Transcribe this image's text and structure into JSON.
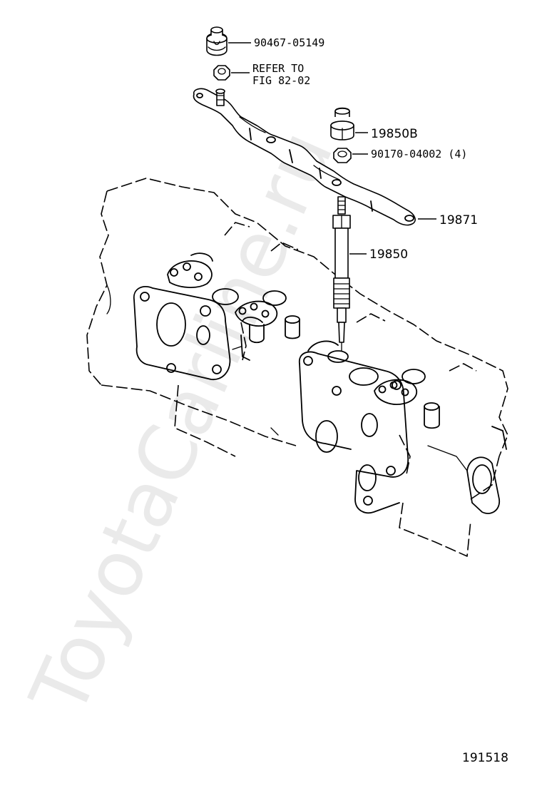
{
  "watermark": "ToyotaCarline.ru",
  "figure_number": "191518",
  "callouts": {
    "cap": "90467-05149",
    "nut_refer_line1": "REFER TO",
    "nut_refer_line2": "FIG 82-02",
    "plug_nut": "19850B",
    "small_nut": "90170-04002 (4)",
    "connector": "19871",
    "glow_plug": "19850"
  }
}
